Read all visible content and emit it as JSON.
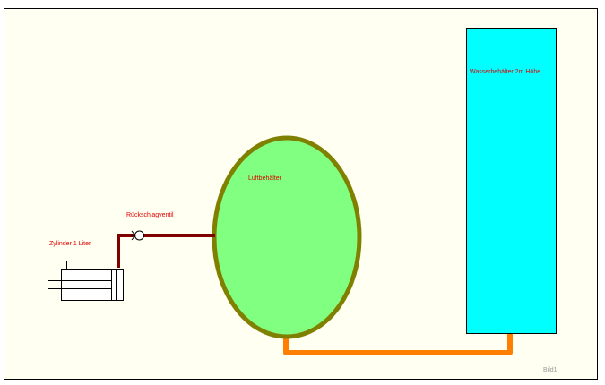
{
  "diagram": {
    "labels": {
      "cylinder": "Zylinder 1 Liter",
      "valve": "Rückschlagventil",
      "air_tank": "Luftbehälter",
      "water_tank": "Wasserbehälter 2m Höhe",
      "figure": "Bild1"
    },
    "colors": {
      "background": "#fffff2",
      "frame": "#000000",
      "label_red": "#e00000",
      "figure_label": "#999999",
      "air_tank_fill": "#80ff80",
      "air_tank_stroke": "#808000",
      "water_tank_fill": "#00ffff",
      "pipe_dark": "#800000",
      "pipe_orange": "#ff8000",
      "cylinder_stroke": "#000000"
    },
    "icons": {
      "valve": "check-valve-icon",
      "cylinder": "piston-cylinder-icon"
    }
  }
}
